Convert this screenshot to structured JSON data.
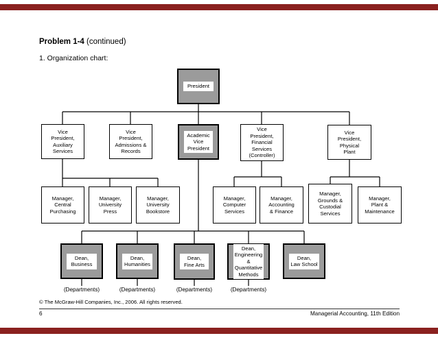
{
  "colors": {
    "accent": "#8a211f",
    "box_gray": "#9b9b9b"
  },
  "header": {
    "title_bold": "Problem 1-4",
    "title_suffix": " (continued)",
    "subtitle": "1. Organization chart:"
  },
  "org_chart": {
    "nodes": {
      "president": "President",
      "vp_auxiliary": "Vice\nPresident,\nAuxiliary\nServices",
      "vp_admissions": "Vice\nPresident,\nAdmissions &\nRecords",
      "academic_vp": "Academic\nVice\nPresident",
      "vp_financial": "Vice\nPresident,\nFinancial\nServices\n(Controller)",
      "vp_physical": "Vice\nPresident,\nPhysical\nPlant",
      "mgr_purchasing": "Manager,\nCentral\nPurchasing",
      "mgr_press": "Manager,\nUniversity\nPress",
      "mgr_bookstore": "Manager,\nUniversity\nBookstore",
      "mgr_computer": "Manager,\nComputer\nServices",
      "mgr_accounting": "Manager,\nAccounting\n& Finance",
      "mgr_grounds": "Manager,\nGrounds &\nCustodial\nServices",
      "mgr_plant": "Manager,\nPlant &\nMaintenance",
      "dean_business": "Dean,\nBusiness",
      "dean_humanities": "Dean,\nHumanities",
      "dean_finearts": "Dean,\nFine Arts",
      "dean_engineering": "Dean,\nEngineering &\nQuantitative\nMethods",
      "dean_law": "Dean,\nLaw School"
    },
    "departments_label": "(Departments)"
  },
  "footer": {
    "copyright": "© The McGraw-Hill Companies, Inc., 2006. All rights reserved.",
    "page_number": "6",
    "book_title": "Managerial Accounting, 11th Edition"
  }
}
